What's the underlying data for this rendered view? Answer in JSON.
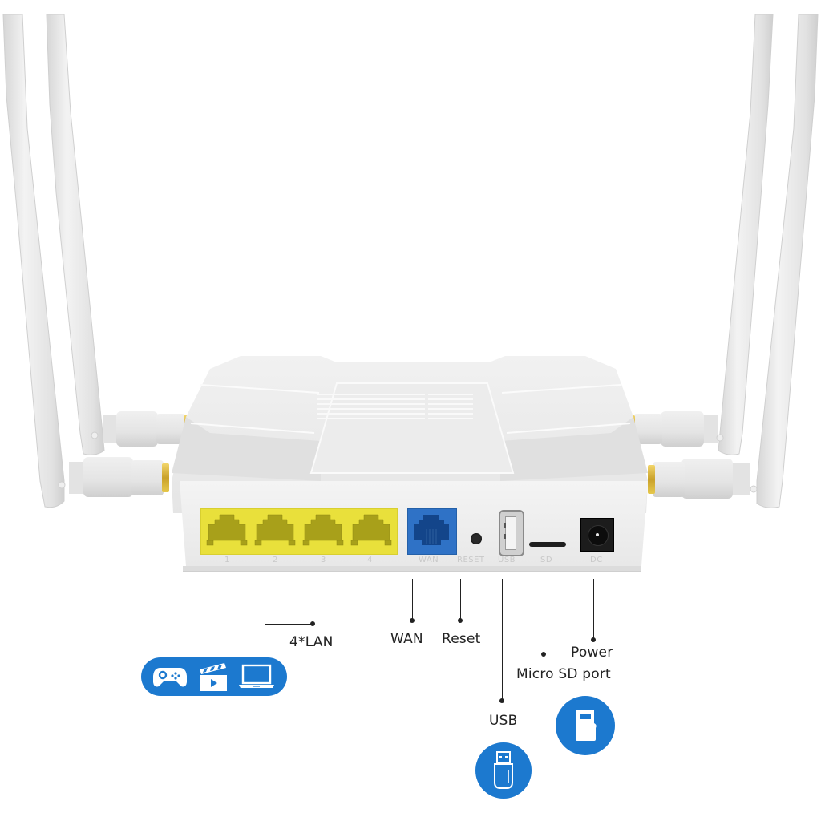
{
  "product": {
    "type": "4-antenna wireless router, rear panel view",
    "body_color": "#ececec",
    "accent_color": "#1c79cf"
  },
  "rear_panel": {
    "lan_ports": [
      {
        "number": "1"
      },
      {
        "number": "2"
      },
      {
        "number": "3"
      },
      {
        "number": "4"
      }
    ],
    "lan_color": "#e9e03b",
    "wan_color": "#2f72c6",
    "silkscreen": {
      "wan": "WAN",
      "reset": "RESET",
      "usb": "USB",
      "sd": "SD",
      "dc": "DC"
    }
  },
  "callouts": {
    "lan": "4*LAN",
    "wan": "WAN",
    "reset": "Reset",
    "usb": "USB",
    "micro_sd": "Micro SD port",
    "power": "Power"
  },
  "icons": {
    "lan_badge": [
      "gamepad-icon",
      "clapperboard-icon",
      "laptop-icon"
    ],
    "usb_badge": "usb-stick-icon",
    "sd_badge": "sd-card-icon"
  }
}
